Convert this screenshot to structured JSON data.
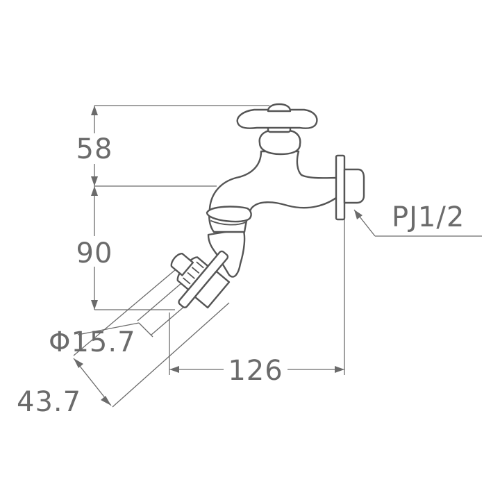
{
  "dimensions": {
    "handle_height": "58",
    "spout_height": "90",
    "nozzle_diameter": "Φ15.7",
    "nozzle_length": "43.7",
    "projection": "126",
    "thread": "PJ1/2"
  },
  "colors": {
    "line": "#6b6b6b",
    "part": "#555555",
    "background": "#ffffff"
  }
}
